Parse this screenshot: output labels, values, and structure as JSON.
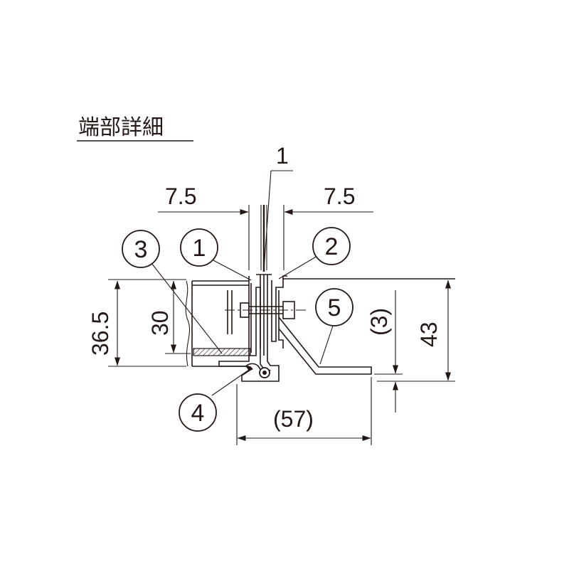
{
  "title": "端部詳細",
  "dimensions": {
    "gap_left": "7.5",
    "gap_right": "7.5",
    "height_outer": "36.5",
    "height_inner": "30",
    "height_right": "43",
    "offset_small": "(3)",
    "width_bottom": "(57)"
  },
  "callouts": {
    "top_label": "1",
    "balloon_1": "1",
    "balloon_2": "2",
    "balloon_3": "3",
    "balloon_4": "4",
    "balloon_5": "5"
  },
  "colors": {
    "ink": "#231815",
    "background": "#ffffff"
  }
}
